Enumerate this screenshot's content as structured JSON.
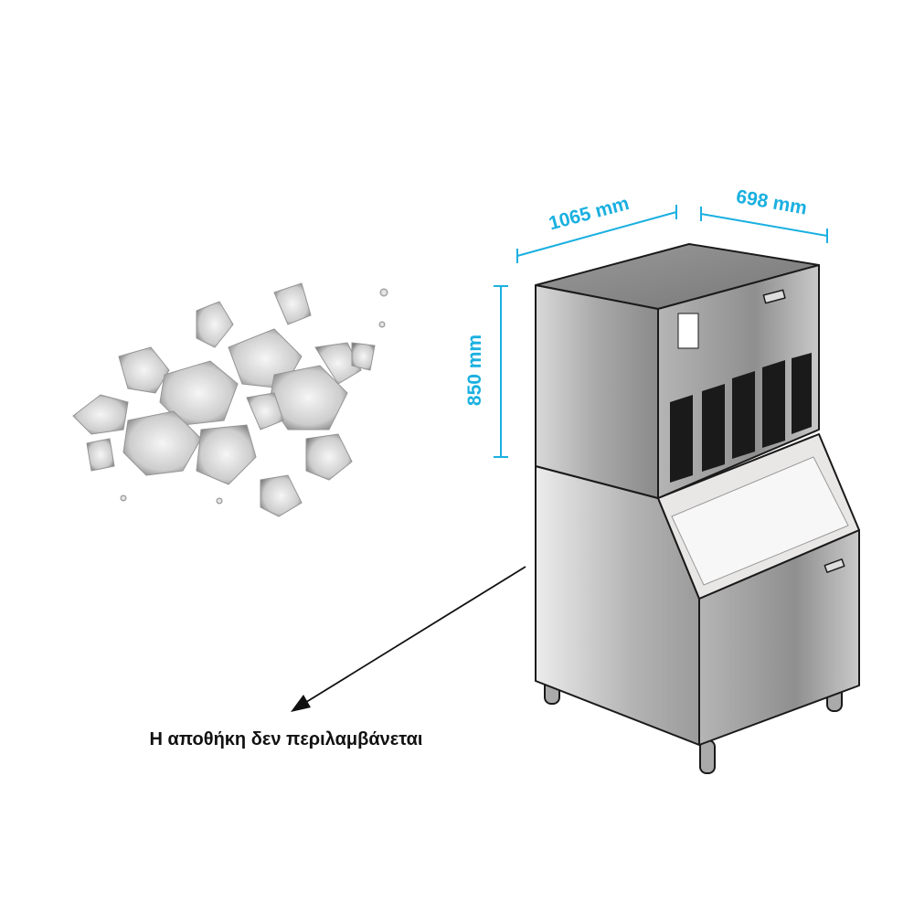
{
  "dimensions": {
    "depth": "1065 mm",
    "width": "698 mm",
    "height": "850 mm"
  },
  "caption": "Η αποθήκη δεν περιλαμβάνεται",
  "colors": {
    "accent": "#1ab0e0",
    "outline": "#1a1a1a"
  }
}
